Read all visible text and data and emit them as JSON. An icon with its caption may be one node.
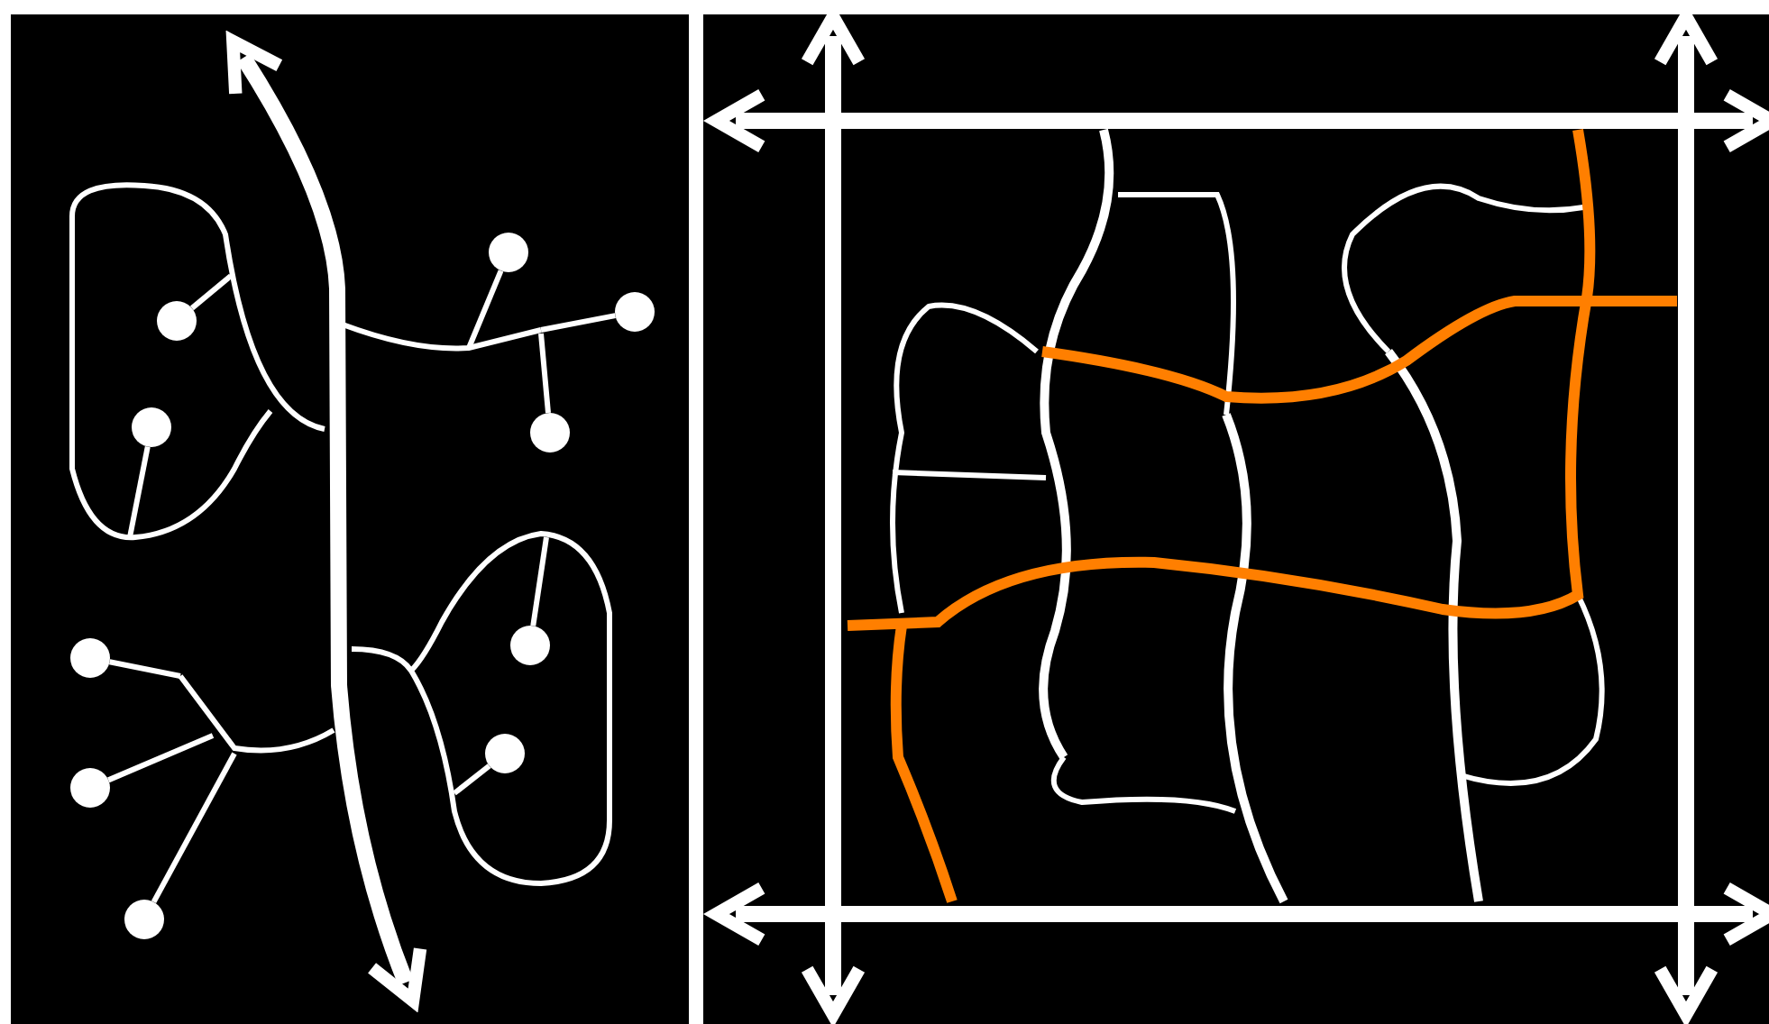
{
  "diagram": {
    "nodes": [
      {
        "text": [],
        "shape": "circle"
      },
      {
        "text": [],
        "shape": "circle"
      },
      {
        "text": [],
        "shape": "circle"
      },
      {
        "text": [],
        "shape": "circle"
      },
      {
        "text": [],
        "shape": "circle"
      },
      {
        "text": [],
        "shape": "circle"
      },
      {
        "text": [],
        "shape": "circle"
      },
      {
        "text": [],
        "shape": "circle"
      },
      {
        "text": [],
        "shape": "circle"
      },
      {
        "text": [],
        "shape": "circle"
      }
    ],
    "edges": [
      {
        "from": 0,
        "to": null,
        "arrow": "none"
      },
      {
        "from": 1,
        "to": null,
        "arrow": "none"
      },
      {
        "from": 2,
        "to": null,
        "arrow": "none"
      },
      {
        "from": 3,
        "to": null,
        "arrow": "none"
      },
      {
        "from": 4,
        "to": null,
        "arrow": "none"
      },
      {
        "from": 5,
        "to": null,
        "arrow": "none"
      },
      {
        "from": 6,
        "to": null,
        "arrow": "none"
      },
      {
        "from": 7,
        "to": null,
        "arrow": "none"
      },
      {
        "from": 8,
        "to": null,
        "arrow": "none"
      },
      {
        "from": 9,
        "to": null,
        "arrow": "none"
      }
    ]
  }
}
